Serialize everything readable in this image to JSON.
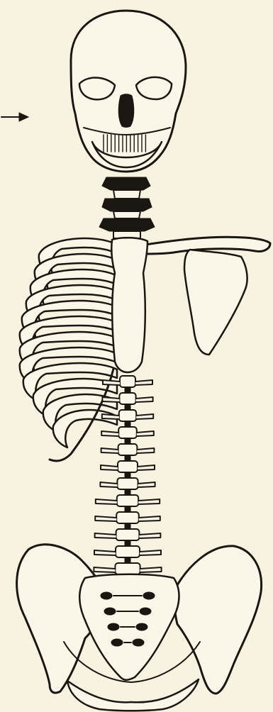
{
  "figure": {
    "background": "#f8f3e1",
    "ink": "#1a1612",
    "bone_fill": "#fbf7e8",
    "parts": [
      "skull",
      "cervical-vertebrae",
      "sternum",
      "rib-cage",
      "clavicle",
      "scapula",
      "spine",
      "pelvis",
      "sacrum",
      "pointer-arrow"
    ],
    "rib_count": 12,
    "vertebra_count": 12
  }
}
